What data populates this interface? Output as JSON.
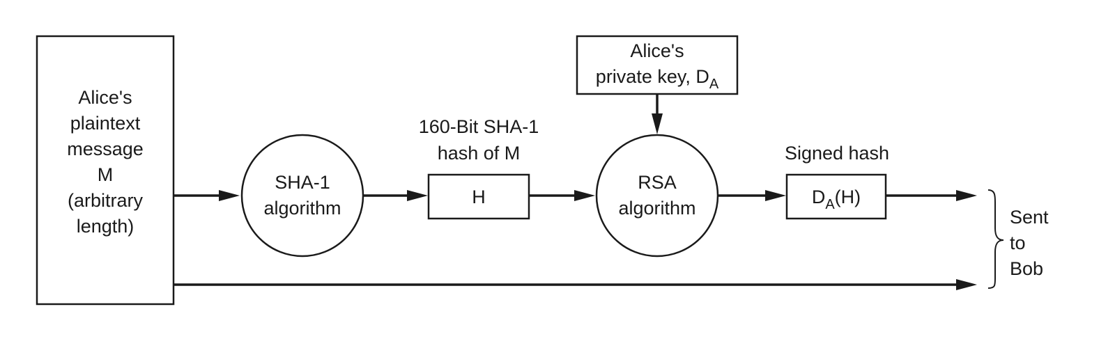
{
  "plaintext_box": {
    "lines": [
      "Alice's",
      "plaintext",
      "message",
      "M",
      "(arbitrary",
      "length)"
    ]
  },
  "sha_node": {
    "lines": [
      "SHA-1",
      "algorithm"
    ]
  },
  "hash_label": {
    "lines": [
      "160-Bit SHA-1",
      "hash of M"
    ]
  },
  "hash_box": {
    "text": "H"
  },
  "key_box": {
    "line1": "Alice's",
    "line2": "private key, D",
    "line2_sub": "A"
  },
  "rsa_node": {
    "lines": [
      "RSA",
      "algorithm"
    ]
  },
  "signed_label": {
    "text": "Signed hash"
  },
  "signed_box": {
    "pre": "D",
    "sub": "A",
    "post": "(H)"
  },
  "destination": {
    "lines": [
      "Sent",
      "to",
      "Bob"
    ]
  }
}
